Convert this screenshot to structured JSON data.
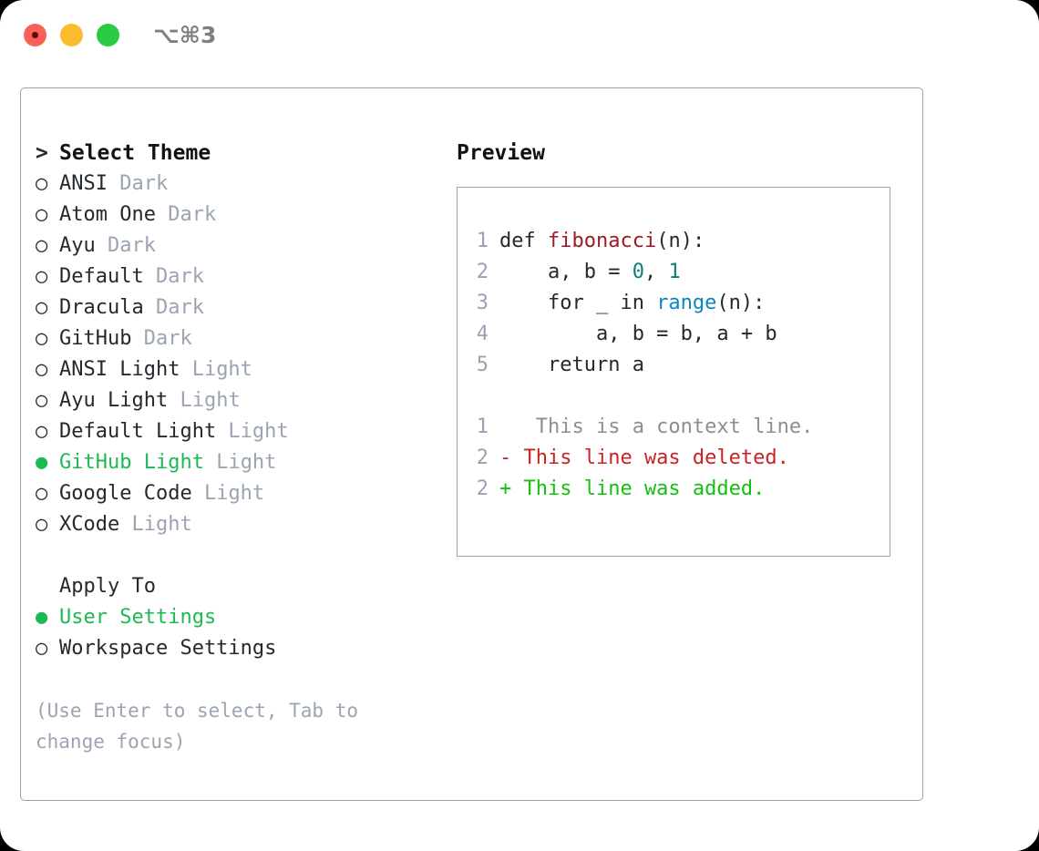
{
  "titlebar": {
    "shortcut": "⌥⌘3",
    "buttons": [
      {
        "name": "close",
        "color": "#fb5f57"
      },
      {
        "name": "minimize",
        "color": "#fcbc2d"
      },
      {
        "name": "maximize",
        "color": "#2acb42"
      }
    ]
  },
  "theme_picker": {
    "header_marker": ">",
    "header": "Select Theme",
    "unselected_marker": "○",
    "selected_marker": "●",
    "selected_color": "#1db954",
    "items": [
      {
        "label": "ANSI",
        "variant": "Dark",
        "selected": false
      },
      {
        "label": "Atom One",
        "variant": "Dark",
        "selected": false
      },
      {
        "label": "Ayu",
        "variant": "Dark",
        "selected": false
      },
      {
        "label": "Default",
        "variant": "Dark",
        "selected": false
      },
      {
        "label": "Dracula",
        "variant": "Dark",
        "selected": false
      },
      {
        "label": "GitHub",
        "variant": "Dark",
        "selected": false
      },
      {
        "label": "ANSI Light",
        "variant": "Light",
        "selected": false
      },
      {
        "label": "Ayu Light",
        "variant": "Light",
        "selected": false
      },
      {
        "label": "Default Light",
        "variant": "Light",
        "selected": false
      },
      {
        "label": "GitHub Light",
        "variant": "Light",
        "selected": true
      },
      {
        "label": "Google Code",
        "variant": "Light",
        "selected": false
      },
      {
        "label": "XCode",
        "variant": "Light",
        "selected": false
      }
    ]
  },
  "apply_to": {
    "header": "Apply To",
    "items": [
      {
        "label": "User Settings",
        "selected": true
      },
      {
        "label": "Workspace Settings",
        "selected": false
      }
    ]
  },
  "hint": "(Use Enter to select, Tab to change focus)",
  "preview": {
    "title": "Preview",
    "code_lines": [
      {
        "no": "1",
        "tokens": [
          {
            "t": "def ",
            "c": "plain"
          },
          {
            "t": "fibonacci",
            "c": "func"
          },
          {
            "t": "(n):",
            "c": "plain"
          }
        ]
      },
      {
        "no": "2",
        "tokens": [
          {
            "t": "    a, b = ",
            "c": "plain"
          },
          {
            "t": "0",
            "c": "num"
          },
          {
            "t": ", ",
            "c": "plain"
          },
          {
            "t": "1",
            "c": "num"
          }
        ]
      },
      {
        "no": "3",
        "tokens": [
          {
            "t": "    for _ in ",
            "c": "plain"
          },
          {
            "t": "range",
            "c": "call"
          },
          {
            "t": "(n):",
            "c": "plain"
          }
        ]
      },
      {
        "no": "4",
        "tokens": [
          {
            "t": "        a, b = b, a + b",
            "c": "plain"
          }
        ]
      },
      {
        "no": "5",
        "tokens": [
          {
            "t": "    return a",
            "c": "plain"
          }
        ]
      }
    ],
    "diff_lines": [
      {
        "no": "1",
        "sign": " ",
        "text": "  This is a context line.",
        "kind": "ctx"
      },
      {
        "no": "2",
        "sign": "-",
        "text": " This line was deleted.",
        "kind": "del"
      },
      {
        "no": "2",
        "sign": "+",
        "text": " This line was added.",
        "kind": "add"
      }
    ]
  }
}
